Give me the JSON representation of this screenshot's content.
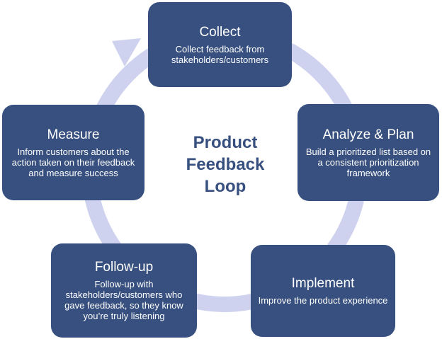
{
  "center_title": [
    "Product",
    "Feedback",
    "Loop"
  ],
  "stages": [
    {
      "title": "Collect",
      "description": "Collect feedback from stakeholders/customers"
    },
    {
      "title": "Analyze & Plan",
      "description": "Build a prioritized list based on a consistent prioritization framework"
    },
    {
      "title": "Implement",
      "description": "Improve the product experience"
    },
    {
      "title": "Follow-up",
      "description": "Follow-up with stakeholders/customers who gave feedback, so they know you’re truly listening"
    },
    {
      "title": "Measure",
      "description": "Inform customers about the action taken on their feedback and measure success"
    }
  ],
  "colors": {
    "box_fill": "#37507f",
    "ring": "#cfd2ef",
    "center_text": "#37507f",
    "box_text": "#ffffff"
  }
}
